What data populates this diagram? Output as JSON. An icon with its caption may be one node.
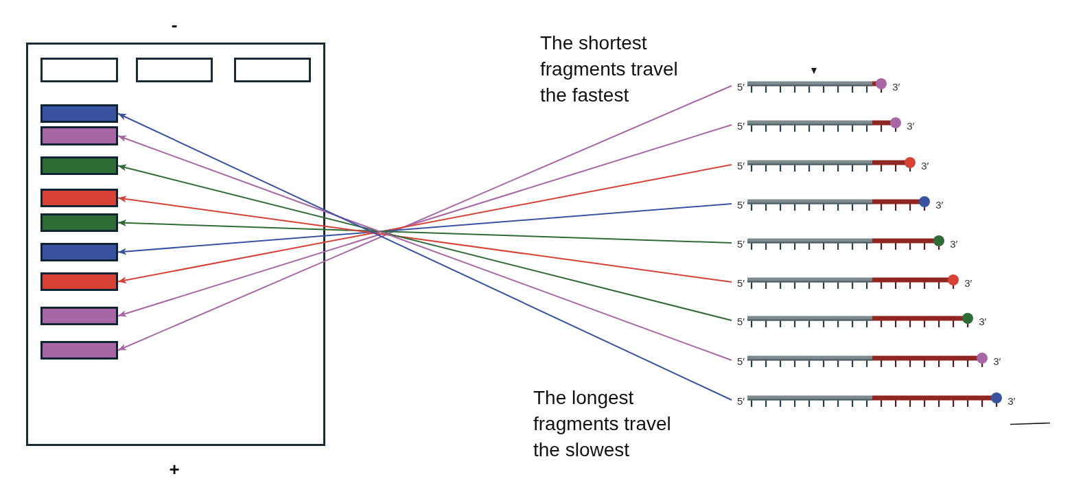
{
  "diagram": {
    "nodes": [
      {
        "text": [],
        "shape": "box",
        "beside": [
          "-",
          "+"
        ]
      },
      {
        "text": [],
        "shape": "box",
        "in": 0
      },
      {
        "text": [],
        "shape": "box",
        "in": 0
      },
      {
        "text": [],
        "shape": "box",
        "in": 0
      },
      {
        "text": [],
        "shape": "bar",
        "in": 0
      },
      {
        "text": [],
        "shape": "bar",
        "in": 0
      },
      {
        "text": [],
        "shape": "bar",
        "in": 0
      },
      {
        "text": [],
        "shape": "bar",
        "in": 0
      },
      {
        "text": [],
        "shape": "bar",
        "in": 0
      },
      {
        "text": [],
        "shape": "bar",
        "in": 0
      },
      {
        "text": [],
        "shape": "bar",
        "in": 0
      },
      {
        "text": [],
        "shape": "bar",
        "in": 0
      },
      {
        "text": [],
        "shape": "bar",
        "in": 0
      },
      {
        "text": [
          "5′",
          "3′"
        ]
      },
      {
        "text": [
          "5′",
          "3′"
        ]
      },
      {
        "text": [
          "5′",
          "3′"
        ]
      },
      {
        "text": [
          "5′",
          "3′"
        ]
      },
      {
        "text": [
          "5′",
          "3′"
        ]
      },
      {
        "text": [
          "5′",
          "3′"
        ]
      },
      {
        "text": [
          "5′",
          "3′"
        ]
      },
      {
        "text": [
          "5′",
          "3′"
        ]
      },
      {
        "text": [
          "5′",
          "3′"
        ]
      }
    ],
    "edges": [
      {
        "from": 13,
        "to": 12,
        "arrow": "to",
        "color": "#a866a4"
      },
      {
        "from": 14,
        "to": 11,
        "arrow": "to",
        "color": "#a866a4"
      },
      {
        "from": 15,
        "to": 10,
        "arrow": "to",
        "color": "#d84236"
      },
      {
        "from": 16,
        "to": 9,
        "arrow": "to",
        "color": "#3a53a0"
      },
      {
        "from": 17,
        "to": 8,
        "arrow": "to",
        "color": "#2f6b35"
      },
      {
        "from": 18,
        "to": 7,
        "arrow": "to",
        "color": "#d84236"
      },
      {
        "from": 19,
        "to": 6,
        "arrow": "to",
        "color": "#2f6b35"
      },
      {
        "from": 20,
        "to": 5,
        "arrow": "to",
        "color": "#a866a4"
      },
      {
        "from": 21,
        "to": 4,
        "arrow": "to",
        "color": "#3a53a0"
      }
    ],
    "labels": [
      "The shortest fragments travel the fastest",
      "The longest fragments travel the slowest"
    ]
  }
}
